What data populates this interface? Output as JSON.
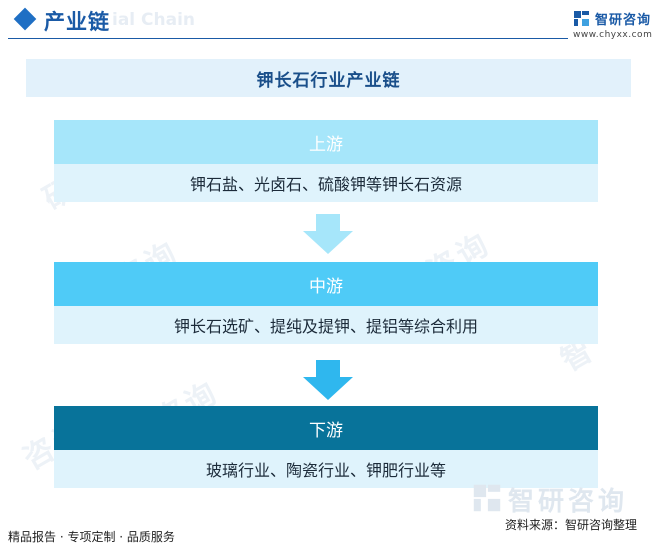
{
  "header": {
    "title": "产业链",
    "watermark": "ial Chain",
    "logo_name": "智研咨询",
    "logo_url": "www.chyxx.com"
  },
  "diagram": {
    "title": "钾长石行业产业链",
    "stages": [
      {
        "head": "上游",
        "body": "钾石盐、光卤石、硫酸钾等钾长石资源"
      },
      {
        "head": "中游",
        "body": "钾长石选矿、提纯及提钾、提铝等综合利用"
      },
      {
        "head": "下游",
        "body": "玻璃行业、陶瓷行业、钾肥行业等"
      }
    ]
  },
  "footer": {
    "left": "精品报告 · 专项定制 · 品质服务",
    "source": "资料来源：智研咨询整理",
    "logo_text": "智研咨询"
  },
  "colors": {
    "brand": "#1a5aa6",
    "upstream": "#a6e6fa",
    "midstream": "#4fcbf7",
    "downstream": "#08739a",
    "body_bg": "#dff3fc",
    "arrow_light": "#a6e6fa",
    "arrow_mid": "#2fb7ee"
  }
}
